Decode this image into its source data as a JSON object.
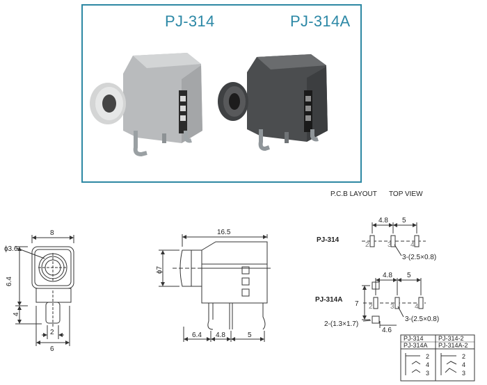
{
  "photo_panel": {
    "title_a": "PJ-314",
    "title_b": "PJ-314A"
  },
  "layout_heading": {
    "pcb": "P.C.B LAYOUT",
    "top": "TOP VIEW"
  },
  "front_view": {
    "width": "8",
    "hole": "ɸ3.6",
    "height": "6.4",
    "leg": "4",
    "pin": "2",
    "base": "6"
  },
  "side_view": {
    "length": "16.5",
    "diameter": "ɸ7",
    "d1": "6.4",
    "d2": "4.8",
    "d3": "5"
  },
  "pcb_a": {
    "label": "PJ-314",
    "d1": "4.8",
    "d2": "5",
    "pins": [
      "2",
      "3",
      "4"
    ],
    "holes": "3-(2.5×0.8)"
  },
  "pcb_b": {
    "label": "PJ-314A",
    "d1": "4.8",
    "d2": "5",
    "height": "7",
    "pins": [
      "2",
      "3",
      "4"
    ],
    "holes": "3-(2.5×0.8)",
    "pads": "2-(1.3×1.7)",
    "offset": "4.6"
  },
  "schematic_table": {
    "headers": [
      "PJ-314",
      "PJ-314-2",
      "PJ-314A",
      "PJ-314A-2"
    ],
    "left_pins": [
      "2",
      "4",
      "3"
    ],
    "right_pins": [
      "2",
      "4",
      "3"
    ]
  }
}
